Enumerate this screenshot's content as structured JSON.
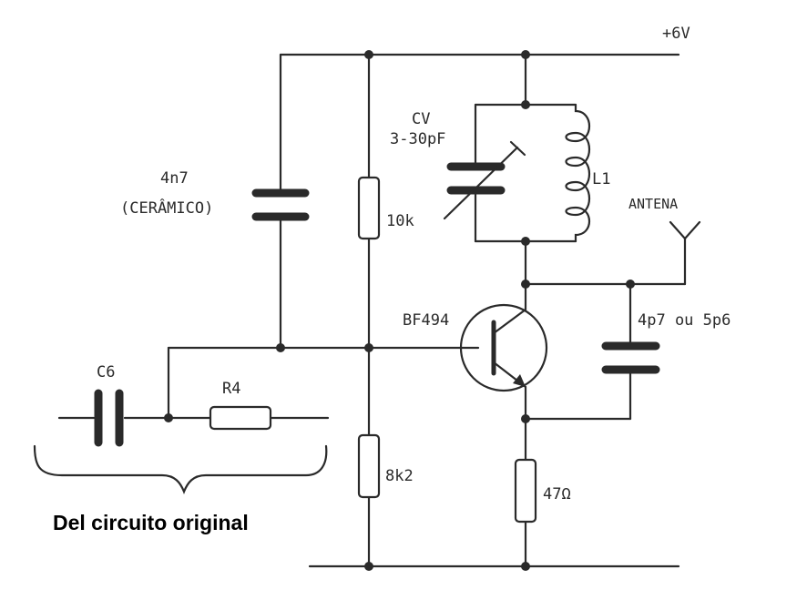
{
  "supply": {
    "label": "+6V"
  },
  "components": {
    "c_coupling": {
      "value": "4n7",
      "note": "(CERÂMICO)"
    },
    "r_bias_top": {
      "value": "10k"
    },
    "r_bias_bottom": {
      "value": "8k2"
    },
    "cv": {
      "name": "CV",
      "value": "3-30pF"
    },
    "coil": {
      "name": "L1"
    },
    "antenna": {
      "label": "ANTENA"
    },
    "transistor": {
      "label": "BF494"
    },
    "c_feedback": {
      "value": "4p7 ou  5p6"
    },
    "r_emitter": {
      "value": "47Ω"
    },
    "c6": {
      "name": "C6"
    },
    "r4": {
      "name": "R4"
    }
  },
  "caption": "Del circuito original"
}
